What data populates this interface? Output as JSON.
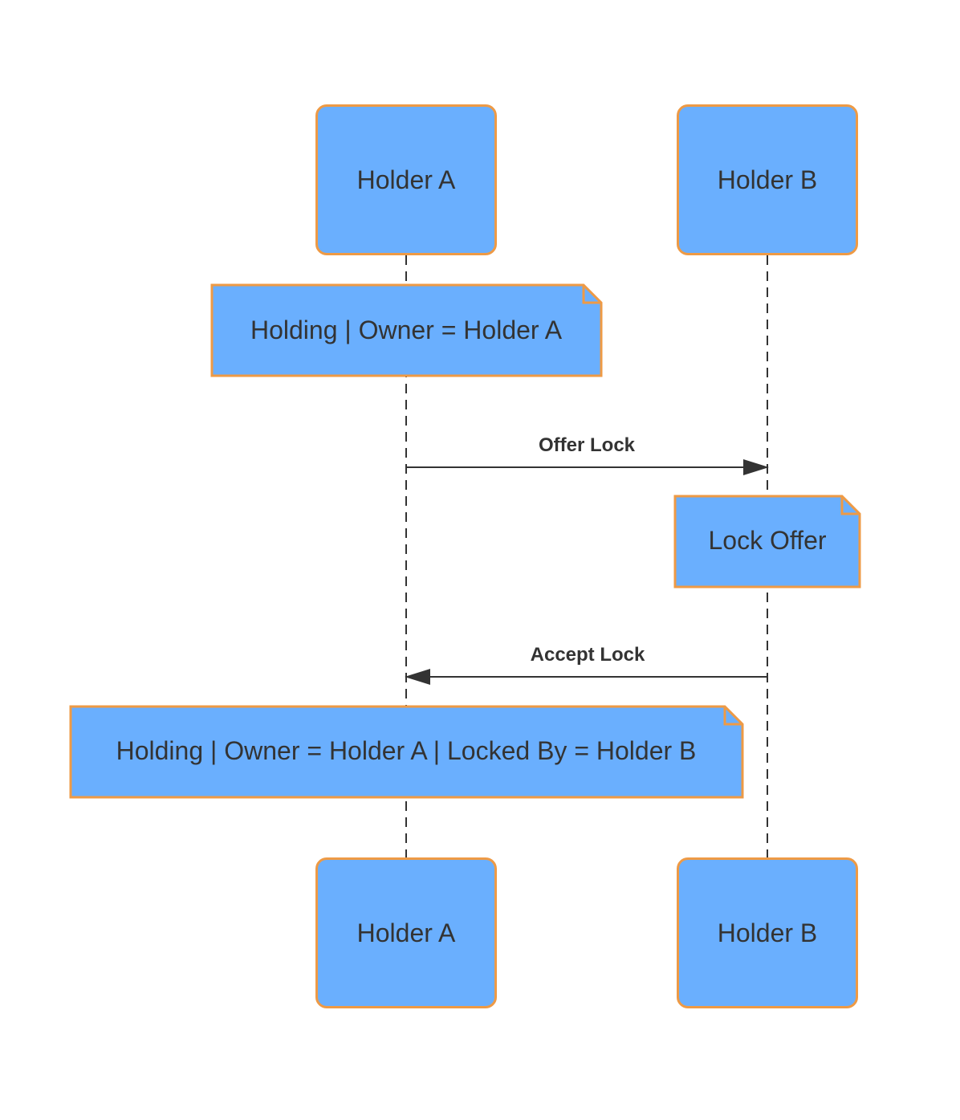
{
  "colors": {
    "box_fill": "#6aaffe",
    "box_border": "#ee9a45",
    "text": "#333333",
    "line": "#333333"
  },
  "participants": [
    {
      "id": "a",
      "label": "Holder A"
    },
    {
      "id": "b",
      "label": "Holder B"
    }
  ],
  "notes": [
    {
      "text": "Holding | Owner = Holder A"
    },
    {
      "text": "Lock Offer"
    },
    {
      "text": "Holding | Owner = Holder A | Locked By = Holder B"
    }
  ],
  "messages": [
    {
      "from": "Holder A",
      "to": "Holder B",
      "label": "Offer Lock"
    },
    {
      "from": "Holder B",
      "to": "Holder A",
      "label": "Accept Lock"
    }
  ]
}
